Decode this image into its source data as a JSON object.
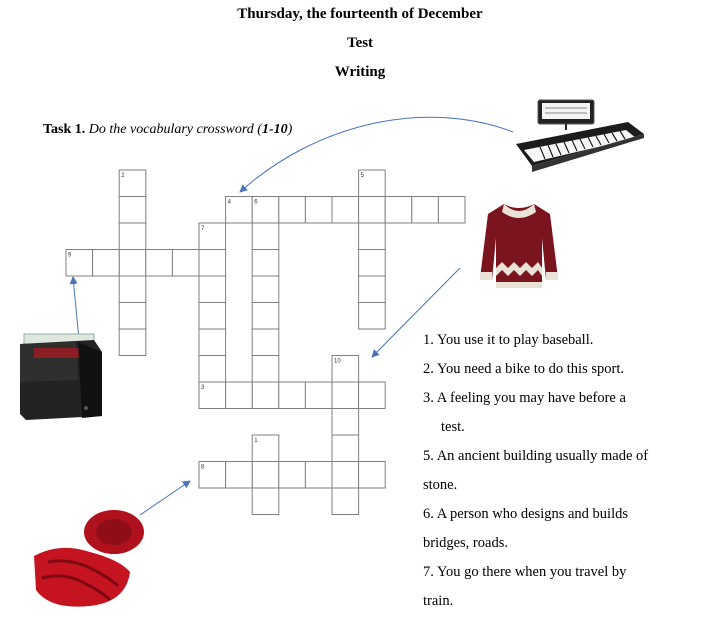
{
  "header": {
    "date": "Thursday, the fourteenth of December",
    "test": "Test",
    "writing": "Writing"
  },
  "task": {
    "label": "Task 1.",
    "instruction": "Do the vocabulary crossword (",
    "range": "1-10",
    "close": ")"
  },
  "crossword": {
    "numbers": [
      {
        "n": "1",
        "col": 7,
        "row": 10
      },
      {
        "n": "2",
        "col": 2,
        "row": 0
      },
      {
        "n": "3",
        "col": 5,
        "row": 8
      },
      {
        "n": "4",
        "col": 6,
        "row": 1
      },
      {
        "n": "5",
        "col": 11,
        "row": 0
      },
      {
        "n": "6",
        "col": 7,
        "row": 1
      },
      {
        "n": "7",
        "col": 5,
        "row": 2
      },
      {
        "n": "8",
        "col": 5,
        "row": 11
      },
      {
        "n": "9",
        "col": 0,
        "row": 3
      },
      {
        "n": "10",
        "col": 10,
        "row": 7
      }
    ]
  },
  "clues": [
    "1.  You use it to play baseball.",
    "2.  You need a bike to do this sport.",
    "3.  A feeling you may have before a",
    "test.",
    "5.  An ancient building usually made of",
    "stone.",
    "6.  A person who designs and builds",
    "bridges, roads.",
    "7.  You go there when you travel by",
    "train."
  ],
  "icons": [
    "keyboard-icon",
    "sweater-icon",
    "wallet-icon",
    "towel-icon"
  ]
}
